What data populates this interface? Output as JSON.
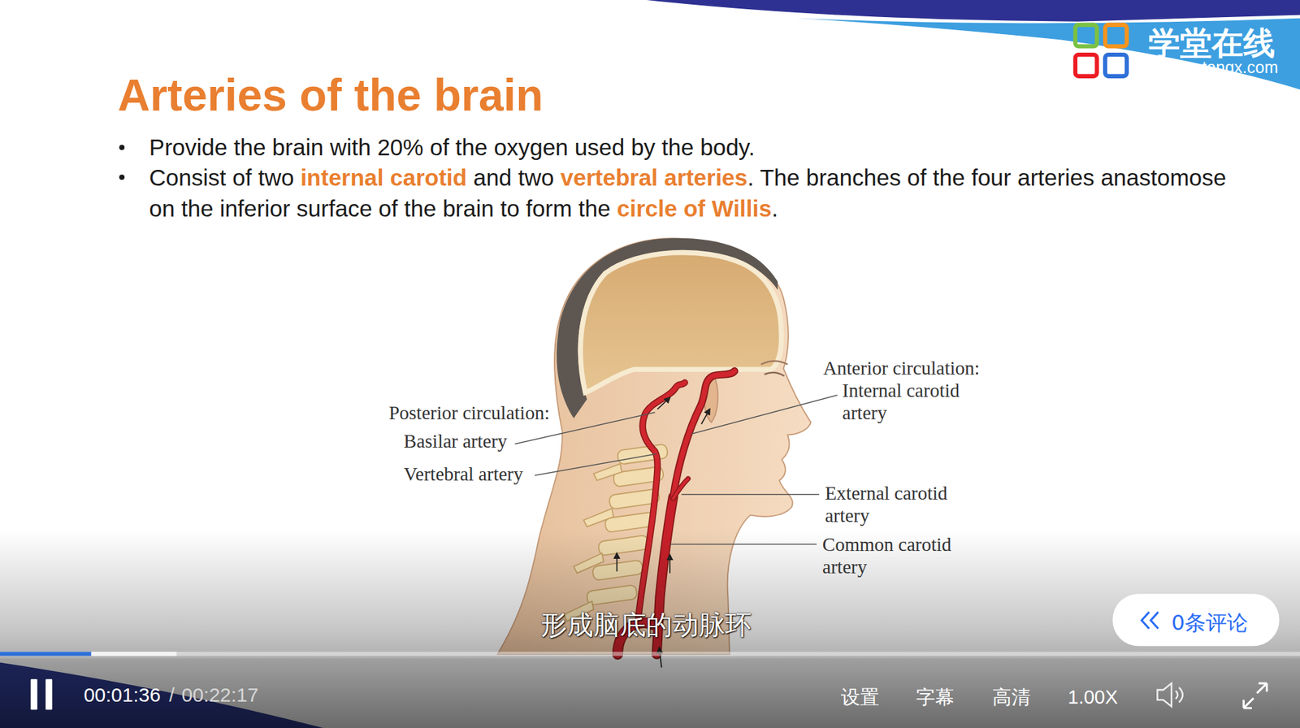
{
  "diagram": {
    "title": "Arteries of the brain",
    "labels": [
      "Provide the brain with 20% of the oxygen used by the body.",
      "Consist of two",
      "internal carotid",
      "and two",
      "vertebral arteries",
      ". The branches of the four arteries anastomose on the inferior surface of the brain to form the",
      "circle of Willis",
      ".",
      "Anterior circulation:",
      "Internal carotid artery",
      "Posterior circulation:",
      "Basilar artery",
      "Vertebral artery",
      "External carotid artery",
      "Common carotid artery",
      "形成脑底的动脉环",
      "0条评论",
      "00:01:36",
      "/",
      "00:22:17",
      "设置",
      "字幕",
      "高清",
      "1.00X",
      "学堂在线",
      "xuetangx.com"
    ]
  }
}
